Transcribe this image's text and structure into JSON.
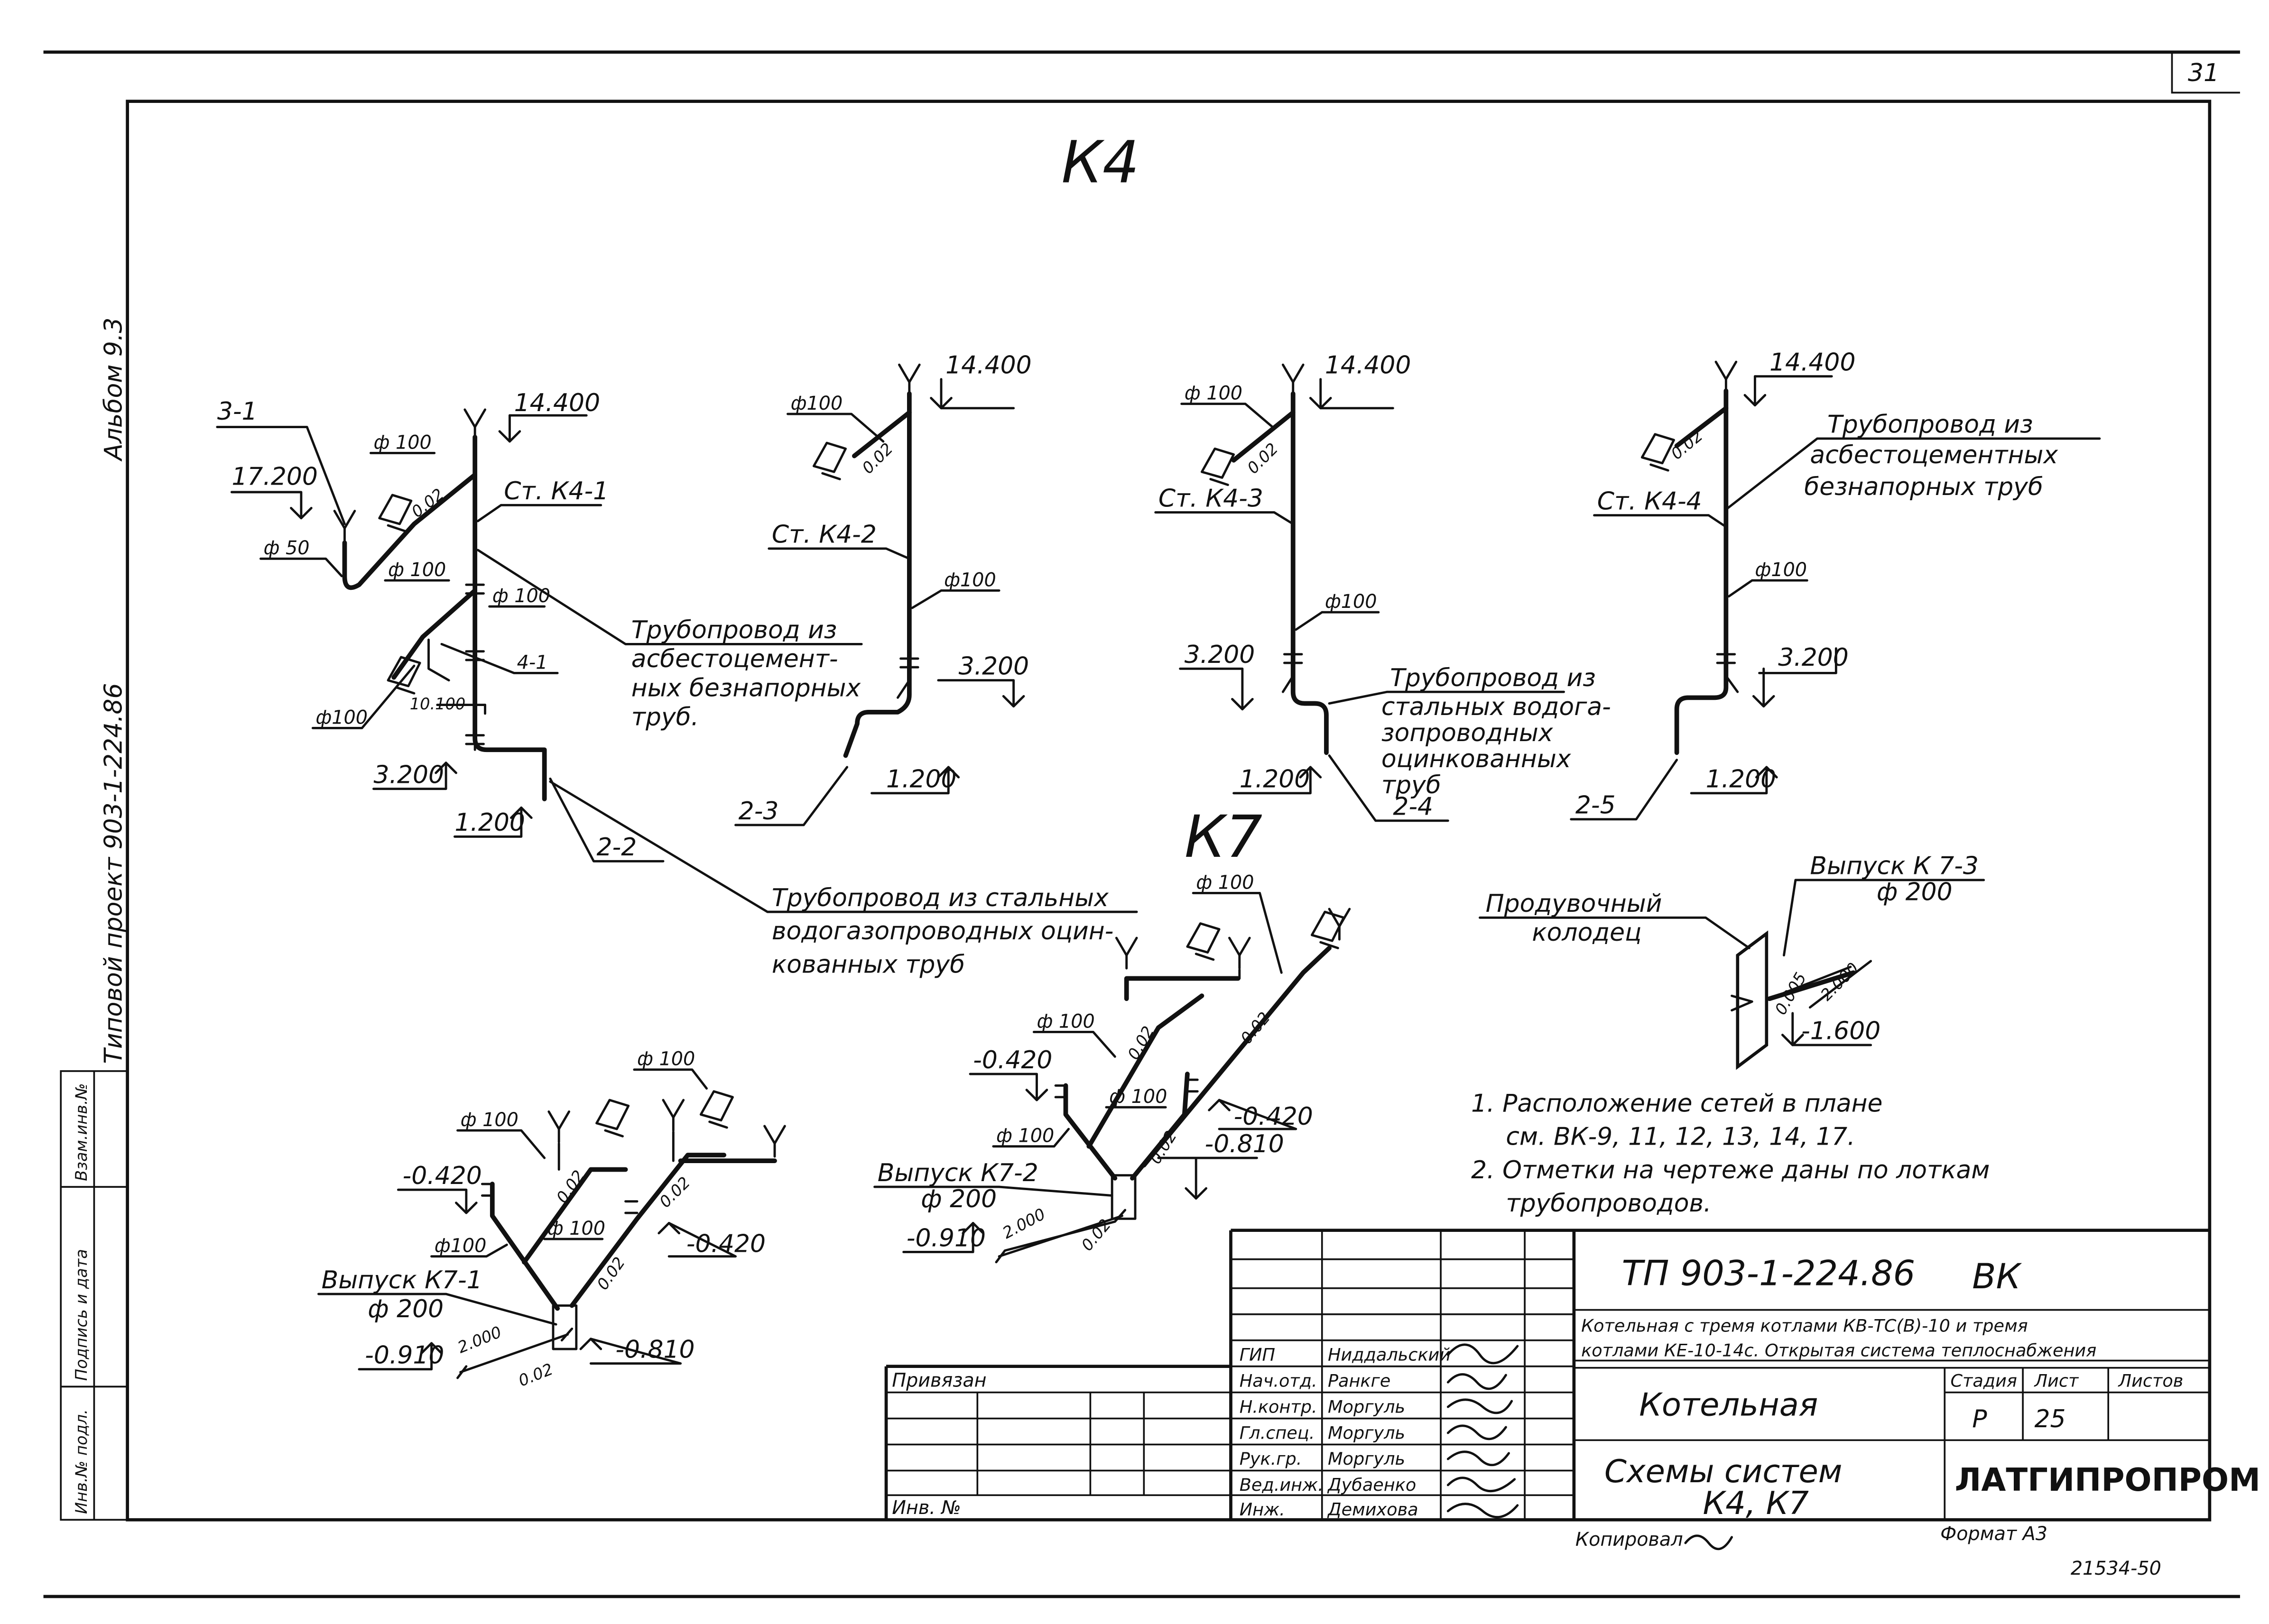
{
  "sheet": {
    "page_number": "31",
    "side_texts": [
      "Альбом 9.3",
      "Типовой проект 903-1-224.86"
    ],
    "side_stamp": [
      "Инв.№ подл.",
      "Подпись и дата",
      "Взам.инв.№"
    ]
  },
  "schemes": {
    "k4": {
      "title": "К4",
      "risers": [
        {
          "name": "Ст. К4-1",
          "top": "14.400",
          "mark_left": "17.200",
          "bottom": "3.200",
          "outlet": "1.200",
          "tag_left": "3-1",
          "tag_mid": "4-1",
          "tag_outlet": "2-2",
          "mark_mid": "10.100",
          "diameters": [
            "ф 100",
            "ф 50",
            "ф 100",
            "ф 100",
            "ф100"
          ],
          "slopes": [
            "0.02"
          ],
          "note": [
            "Трубопровод из",
            "асбестоцемент-",
            "ных безнапорных",
            "труб."
          ]
        },
        {
          "name": "Ст. К4-2",
          "top": "14.400",
          "bottom": "3.200",
          "outlet": "1.200",
          "tag": "2-3",
          "diameters": [
            "ф100",
            "ф100"
          ],
          "slopes": [
            "0.02"
          ]
        },
        {
          "name": "Ст. К4-3",
          "top": "14.400",
          "bottom": "3.200",
          "outlet": "1.200",
          "tag": "2-4",
          "diameters": [
            "ф 100",
            "ф100"
          ],
          "slopes": [
            "0.02"
          ],
          "note": [
            "Трубопровод из",
            "стальных водога-",
            "зопроводных",
            "оцинкованных",
            "труб"
          ]
        },
        {
          "name": "Ст. К4-4",
          "top": "14.400",
          "bottom": "3.200",
          "outlet": "1.200",
          "tag": "2-5",
          "diameters": [
            "ф100"
          ],
          "slopes": [
            "0.02"
          ],
          "note": [
            "Трубопровод из",
            "асбестоцементных",
            "безнапорных труб"
          ]
        }
      ],
      "steel_note": [
        "Трубопровод из стальных",
        "водогазопроводных оцин-",
        "кованных труб"
      ]
    },
    "k7": {
      "title": "К7",
      "outlet1": {
        "name": "Выпуск К7-1",
        "dia": "ф 200",
        "marks": [
          "-0.420",
          "-0.420",
          "-0.910",
          "-0.810"
        ],
        "length": "2.000",
        "slopes": [
          "0.02",
          "0.02",
          "0.02",
          "0.02"
        ],
        "diameters": [
          "ф 100",
          "ф 100",
          "ф100",
          "ф 100"
        ]
      },
      "outlet2": {
        "name": "Выпуск К7-2",
        "dia": "ф 200",
        "marks": [
          "-0.420",
          "-0.420",
          "-0.910",
          "-0.810"
        ],
        "length": "2.000",
        "slopes": [
          "0.02",
          "0.02",
          "0.02",
          "0.02"
        ],
        "diameters": [
          "ф 100",
          "ф 100",
          "ф 100",
          "ф 100"
        ]
      },
      "outlet3": {
        "name": "Выпуск К 7-3",
        "dia": "ф 200",
        "well": [
          "Продувочный",
          "колодец"
        ],
        "slope": "0.005",
        "length": "2.000",
        "mark": "-1.600"
      }
    }
  },
  "notes": [
    "1. Расположение сетей в плане",
    "см. ВК-9, 11, 12, 13, 14, 17.",
    "2. Отметки на чертеже даны по лоткам",
    "трубопроводов."
  ],
  "title_block": {
    "code": "ТП 903-1-224.86",
    "mark": "ВК",
    "subtitle": [
      "Котельная с тремя котлами КВ-ТС(В)-10 и тремя",
      "котлами КЕ-10-14с. Открытая система теплоснабжения"
    ],
    "building": "Котельная",
    "sheet_title": [
      "Схемы систем",
      "К4, К7"
    ],
    "stage_h": "Стадия",
    "sheet_h": "Лист",
    "sheets_h": "Листов",
    "stage": "Р",
    "sheet": "25",
    "sheets": "",
    "org": "ЛАТГИПРОПРОМ",
    "bound": "Привязан",
    "inv": "Инв. №",
    "copied": "Копировал",
    "format": "Формат А3",
    "archive": "21534-50",
    "staff": [
      {
        "role": "ГИП",
        "name": "Ниддальский"
      },
      {
        "role": "Нач.отд.",
        "name": "Ранкге"
      },
      {
        "role": "Н.контр.",
        "name": "Моргуль"
      },
      {
        "role": "Гл.спец.",
        "name": "Моргуль"
      },
      {
        "role": "Рук.гр.",
        "name": "Моргуль"
      },
      {
        "role": "Вед.инж.",
        "name": "Дубаенко"
      },
      {
        "role": "Инж.",
        "name": "Демихова"
      }
    ]
  }
}
